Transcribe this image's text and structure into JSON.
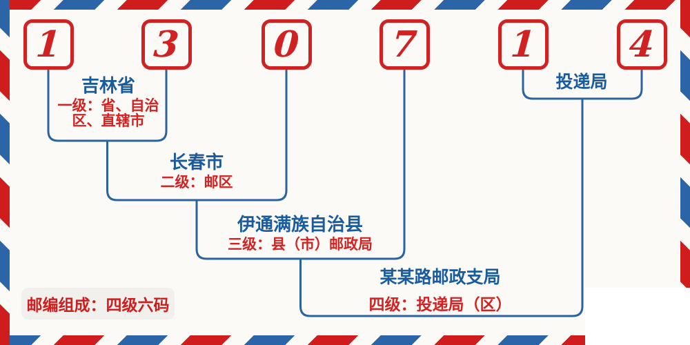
{
  "postal_code": {
    "value": "130714",
    "digits": [
      "1",
      "3",
      "0",
      "7",
      "1",
      "4"
    ]
  },
  "groups": {
    "level1": {
      "name": "吉林省",
      "desc": "一级：省、自治区、直辖市"
    },
    "level2": {
      "name": "长春市",
      "desc": "二级：邮区"
    },
    "level3": {
      "name": "伊通满族自治县",
      "desc": "三级：县（市）邮政局"
    },
    "level4": {
      "name": "某某路邮政支局",
      "desc": "四级：投递局（区）"
    },
    "delivery": {
      "name": "投递局"
    }
  },
  "badge": {
    "label": "邮编组成：四级六码"
  },
  "colors": {
    "stripe_red": "#cf1d1d",
    "stripe_blue": "#2b64a7",
    "digit_red": "#d02222",
    "label_blue": "#1a5b9d",
    "label_red": "#d42121",
    "connector_blue": "#2a63a0",
    "background": "#fbfaf6",
    "badge_background": "#f1f0ed"
  }
}
